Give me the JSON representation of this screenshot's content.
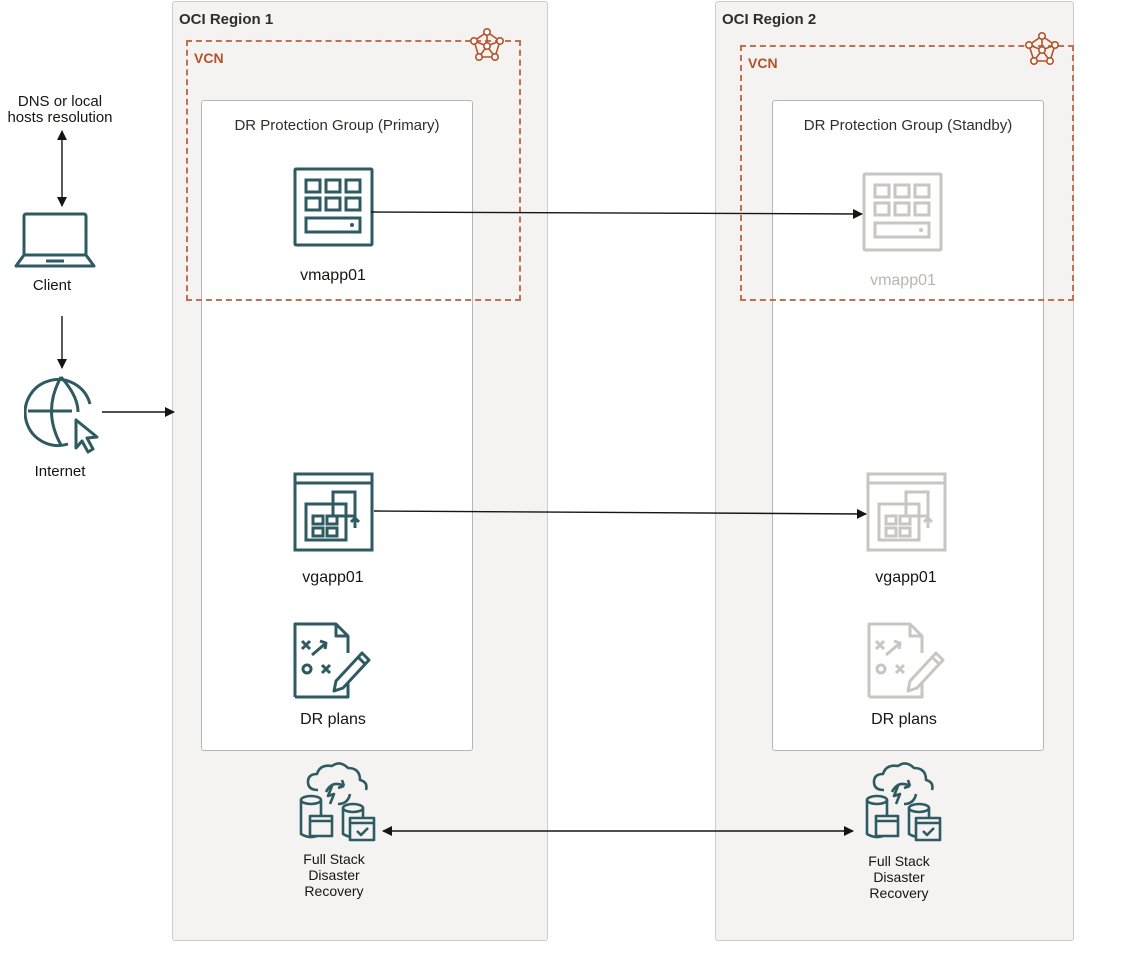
{
  "client_side": {
    "dns_label": "DNS or local\nhosts resolution",
    "client_label": "Client",
    "internet_label": "Internet"
  },
  "region1": {
    "title": "OCI Region 1",
    "vcn_label": "VCN",
    "group_title": "DR Protection Group (Primary)",
    "vm_label": "vmapp01",
    "vg_label": "vgapp01",
    "plans_label": "DR plans",
    "fsdr_label": "Full Stack\nDisaster\nRecovery"
  },
  "region2": {
    "title": "OCI Region 2",
    "vcn_label": "VCN",
    "group_title": "DR Protection Group (Standby)",
    "vm_label": "vmapp01",
    "vg_label": "vgapp01",
    "plans_label": "DR plans",
    "fsdr_label": "Full Stack\nDisaster\nRecovery"
  },
  "icons": {
    "active_color": "#2e5a61",
    "standby_color": "#c8c6c2",
    "vcn_color": "#b2542a",
    "names": [
      "laptop-icon",
      "globe-cursor-icon",
      "compute-instance-icon",
      "volume-group-icon",
      "dr-plan-icon",
      "full-stack-dr-icon",
      "vcn-icon"
    ]
  }
}
